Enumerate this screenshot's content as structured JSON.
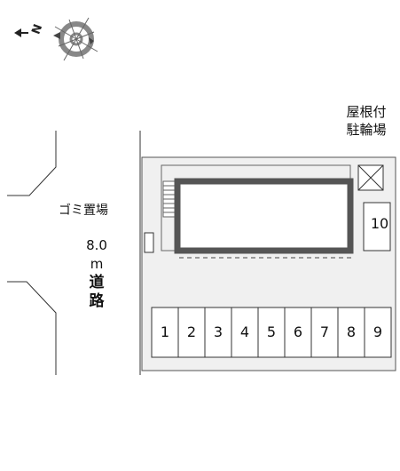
{
  "compass": {
    "direction_label": "N"
  },
  "bicycle_parking": {
    "line1": "屋根付",
    "line2": "駐輪場"
  },
  "garbage": {
    "label": "ゴミ置場"
  },
  "road": {
    "width": "8.0",
    "unit": "m",
    "kanji1": "道",
    "kanji2": "路"
  },
  "parking": {
    "row": [
      "1",
      "2",
      "3",
      "4",
      "5",
      "6",
      "7",
      "8",
      "9"
    ],
    "side": "10"
  },
  "colors": {
    "lot": "#f0f0f0",
    "outline": "#555555",
    "building_frame": "#555555",
    "compass": "#888888"
  }
}
